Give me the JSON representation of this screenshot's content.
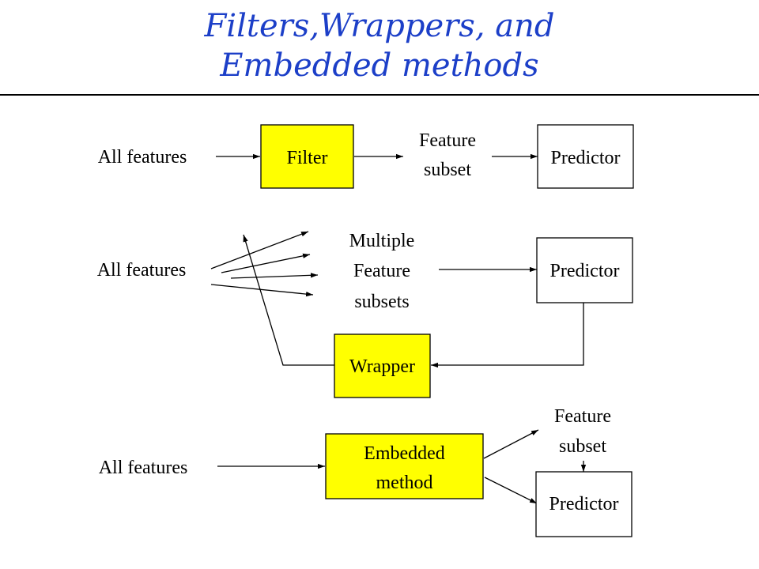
{
  "slide": {
    "title_lines": [
      "Filters,Wrappers, and",
      "Embedded methods"
    ],
    "colors": {
      "title": "#1c3fc8",
      "method_box": "#ffff00",
      "predictor_box": "#ffffff",
      "lines": "#000000"
    }
  },
  "rows": {
    "filter": {
      "input_label": "All features",
      "method_label": "Filter",
      "output_label_lines": [
        "Feature",
        "subset"
      ],
      "predictor_label": "Predictor"
    },
    "wrapper": {
      "input_label": "All features",
      "subsets_label_lines": [
        "Multiple",
        "Feature",
        "subsets"
      ],
      "predictor_label": "Predictor",
      "method_label": "Wrapper",
      "fan_arrow_count": 4
    },
    "embedded": {
      "input_label": "All features",
      "method_label_lines": [
        "Embedded",
        "method"
      ],
      "output_label_lines": [
        "Feature",
        "subset"
      ],
      "predictor_label": "Predictor"
    }
  }
}
